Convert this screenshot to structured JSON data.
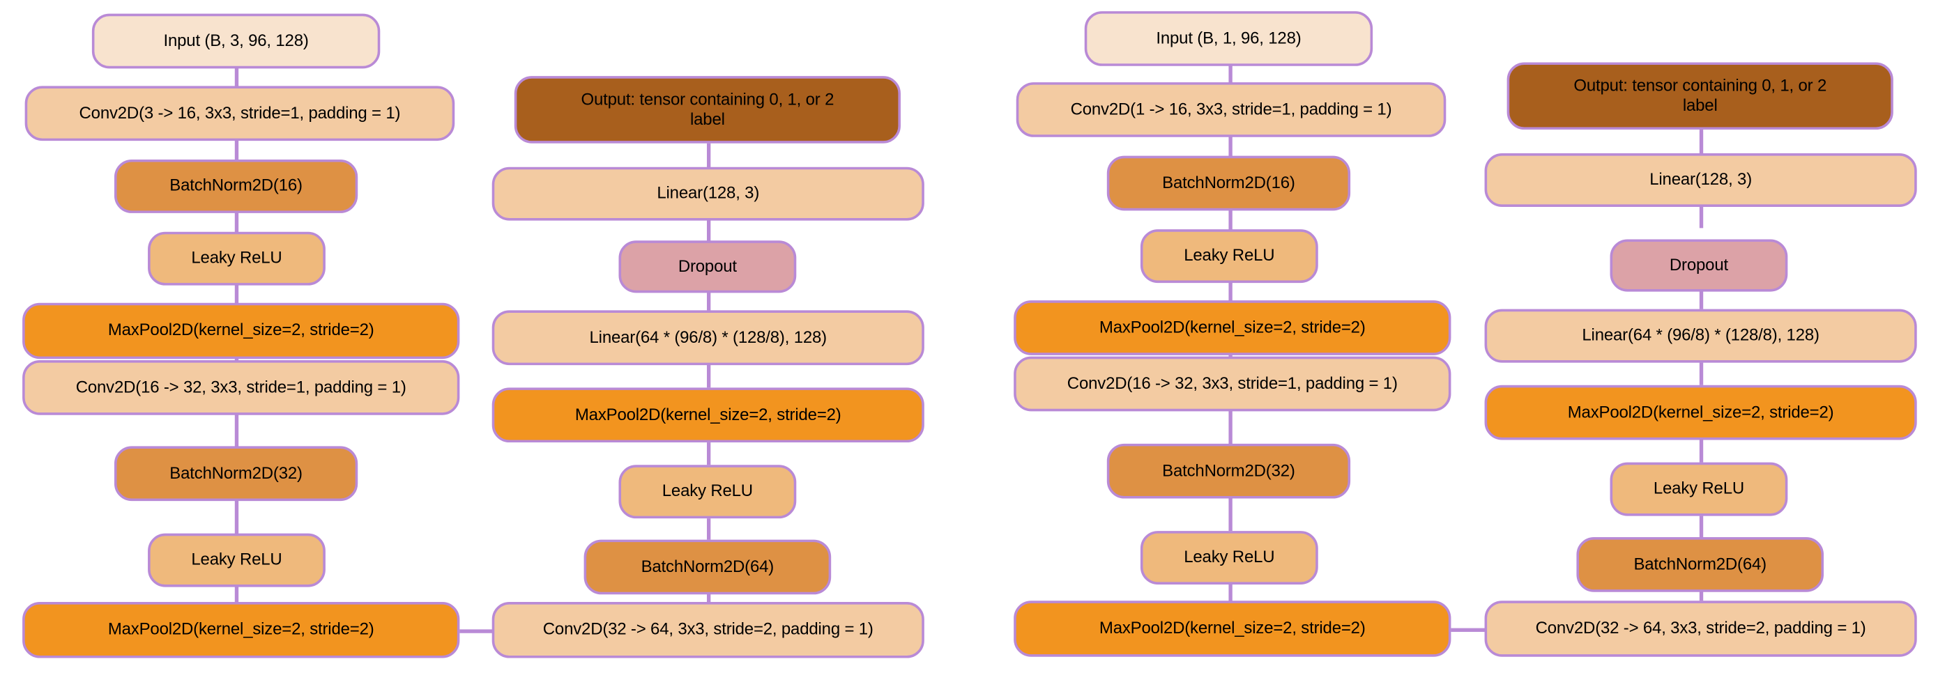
{
  "diagram": {
    "title": "CNN architecture flowcharts (two variants)",
    "edge_color": "#b98ad6",
    "palette": {
      "input": "#f8e3ce",
      "conv": "#f3cba2",
      "batchnorm": "#de9144",
      "leaky_relu": "#efb97c",
      "maxpool": "#f2941f",
      "output": "#a85f1d",
      "dropout": "#dca2a7",
      "linear": "#f3cba2"
    }
  },
  "flowcharts": [
    {
      "name": "rgb-model",
      "columns": [
        {
          "name": "column-1",
          "nodes": [
            {
              "id": "n1",
              "label": "Input (B, 3, 96, 128)",
              "kind": "input"
            },
            {
              "id": "n2",
              "label": "Conv2D(3 -> 16, 3x3, stride=1, padding = 1)",
              "kind": "conv"
            },
            {
              "id": "n3",
              "label": "BatchNorm2D(16)",
              "kind": "batchnorm"
            },
            {
              "id": "n4",
              "label": "Leaky ReLU",
              "kind": "leaky_relu"
            },
            {
              "id": "n5",
              "label": "MaxPool2D(kernel_size=2, stride=2)",
              "kind": "maxpool"
            },
            {
              "id": "n6",
              "label": "Conv2D(16 -> 32, 3x3, stride=1, padding = 1)",
              "kind": "conv"
            },
            {
              "id": "n7",
              "label": "BatchNorm2D(32)",
              "kind": "batchnorm"
            },
            {
              "id": "n8",
              "label": "Leaky ReLU",
              "kind": "leaky_relu"
            },
            {
              "id": "n9",
              "label": "MaxPool2D(kernel_size=2, stride=2)",
              "kind": "maxpool"
            }
          ]
        },
        {
          "name": "column-2",
          "nodes": [
            {
              "id": "n10",
              "label": "Output: tensor containing 0, 1, or 2\nlabel",
              "kind": "output"
            },
            {
              "id": "n11",
              "label": "Linear(128, 3)",
              "kind": "linear"
            },
            {
              "id": "n12",
              "label": "Dropout",
              "kind": "dropout"
            },
            {
              "id": "n13",
              "label": "Linear(64 * (96/8) * (128/8), 128)",
              "kind": "linear"
            },
            {
              "id": "n14",
              "label": "MaxPool2D(kernel_size=2, stride=2)",
              "kind": "maxpool"
            },
            {
              "id": "n15",
              "label": "Leaky ReLU",
              "kind": "leaky_relu"
            },
            {
              "id": "n16",
              "label": "BatchNorm2D(64)",
              "kind": "batchnorm"
            },
            {
              "id": "n17",
              "label": "Conv2D(32 -> 64, 3x3, stride=2, padding = 1)",
              "kind": "conv"
            }
          ]
        }
      ]
    },
    {
      "name": "grayscale-model",
      "columns": [
        {
          "name": "column-3",
          "nodes": [
            {
              "id": "m1",
              "label": "Input (B, 1, 96, 128)",
              "kind": "input"
            },
            {
              "id": "m2",
              "label": "Conv2D(1 -> 16, 3x3, stride=1, padding = 1)",
              "kind": "conv"
            },
            {
              "id": "m3",
              "label": "BatchNorm2D(16)",
              "kind": "batchnorm"
            },
            {
              "id": "m4",
              "label": "Leaky ReLU",
              "kind": "leaky_relu"
            },
            {
              "id": "m5",
              "label": "MaxPool2D(kernel_size=2, stride=2)",
              "kind": "maxpool"
            },
            {
              "id": "m6",
              "label": "Conv2D(16 -> 32, 3x3, stride=1, padding = 1)",
              "kind": "conv"
            },
            {
              "id": "m7",
              "label": "BatchNorm2D(32)",
              "kind": "batchnorm"
            },
            {
              "id": "m8",
              "label": "Leaky ReLU",
              "kind": "leaky_relu"
            },
            {
              "id": "m9",
              "label": "MaxPool2D(kernel_size=2, stride=2)",
              "kind": "maxpool"
            }
          ]
        },
        {
          "name": "column-4",
          "nodes": [
            {
              "id": "m10",
              "label": "Output: tensor containing 0, 1, or 2\nlabel",
              "kind": "output"
            },
            {
              "id": "m11",
              "label": "Linear(128, 3)",
              "kind": "linear"
            },
            {
              "id": "m12",
              "label": "Dropout",
              "kind": "dropout"
            },
            {
              "id": "m13",
              "label": "Linear(64 * (96/8) * (128/8), 128)",
              "kind": "linear"
            },
            {
              "id": "m14",
              "label": "MaxPool2D(kernel_size=2, stride=2)",
              "kind": "maxpool"
            },
            {
              "id": "m15",
              "label": "Leaky ReLU",
              "kind": "leaky_relu"
            },
            {
              "id": "m16",
              "label": "BatchNorm2D(64)",
              "kind": "batchnorm"
            },
            {
              "id": "m17",
              "label": "Conv2D(32 -> 64, 3x3, stride=2, padding = 1)",
              "kind": "conv"
            }
          ]
        }
      ]
    }
  ]
}
